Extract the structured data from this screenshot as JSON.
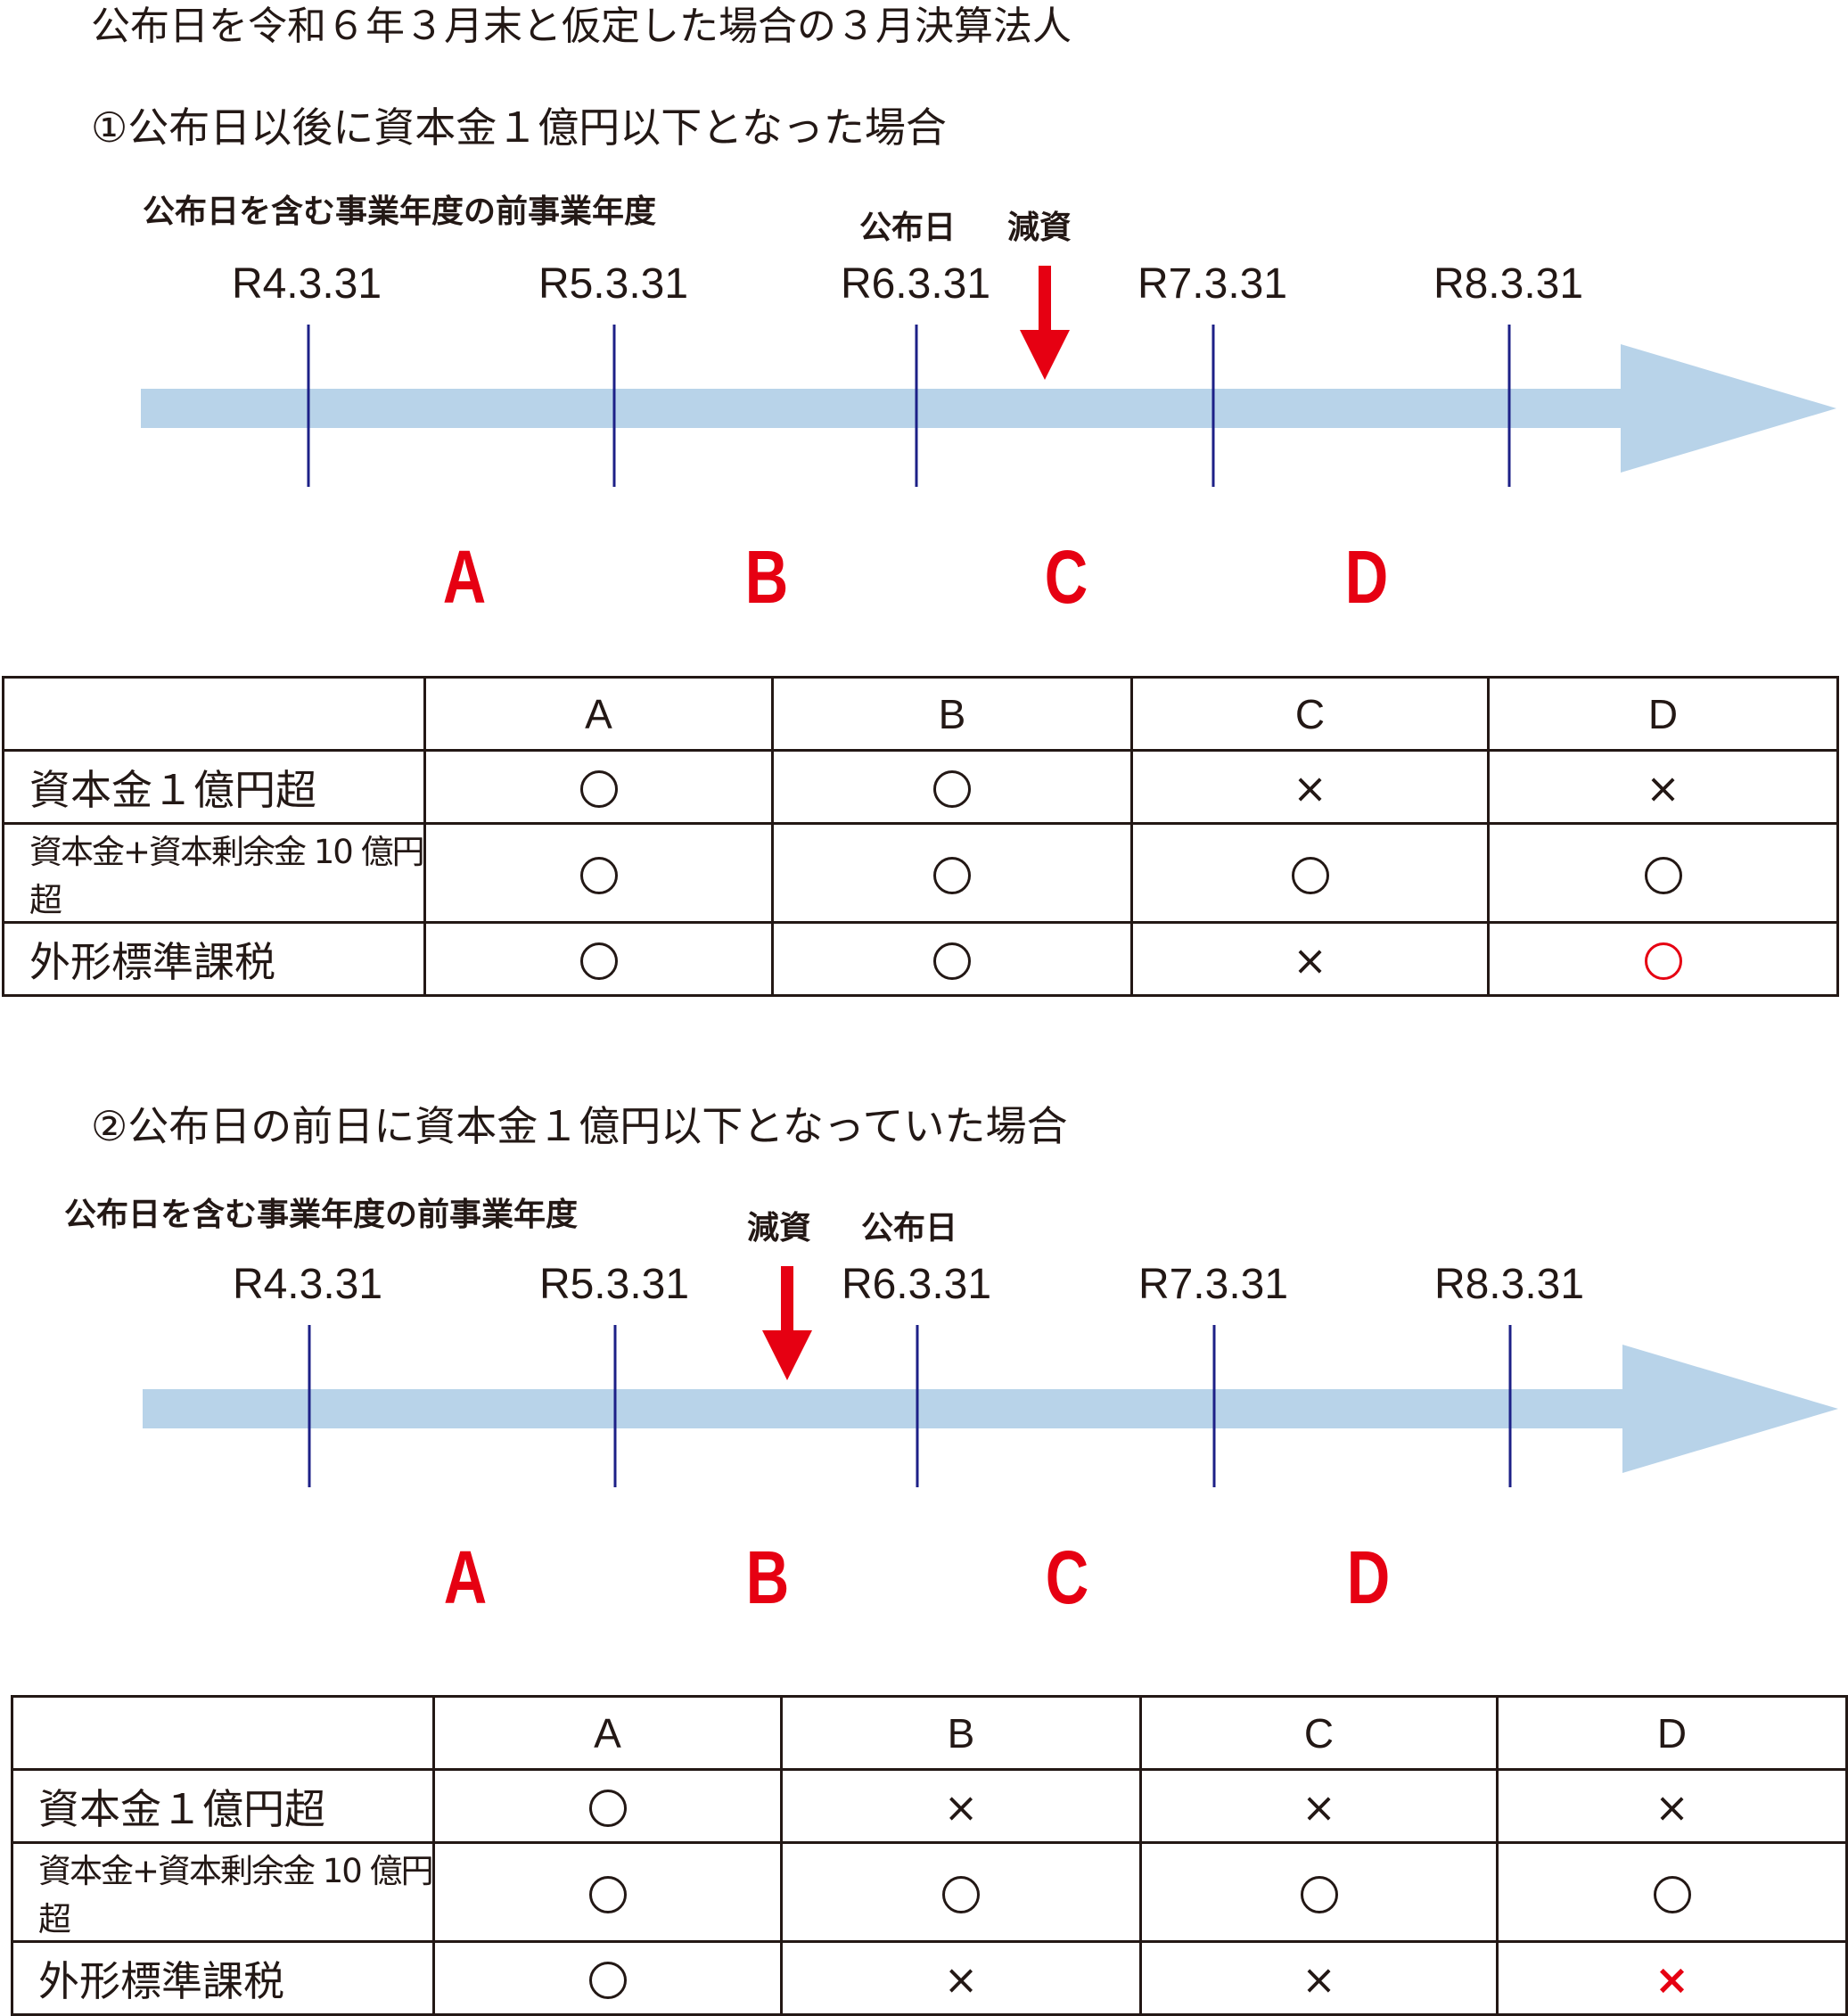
{
  "page": {
    "title": "公布日を令和６年３月末と仮定した場合の３月決算法人"
  },
  "colors": {
    "timeline_band": "#b8d3e9",
    "tick_line": "#1d2087",
    "accent_red": "#e60012",
    "text": "#231815"
  },
  "case1": {
    "subtitle": "①公布日以後に資本金１億円以下となった場合",
    "period_label": "公布日を含む事業年度の前事業年度",
    "event_labels": [
      "公布日",
      "減資"
    ],
    "dates": [
      "R4.3.31",
      "R5.3.31",
      "R6.3.31",
      "R7.3.31",
      "R8.3.31"
    ],
    "segments": [
      "A",
      "B",
      "C",
      "D"
    ],
    "table": {
      "headers": [
        "",
        "A",
        "B",
        "C",
        "D"
      ],
      "rows": [
        {
          "label": "資本金１億円超",
          "marks": [
            "circle",
            "circle",
            "cross",
            "cross"
          ],
          "highlight": [
            false,
            false,
            false,
            false
          ]
        },
        {
          "label": "資本金+資本剰余金 10 億円超",
          "marks": [
            "circle",
            "circle",
            "circle",
            "circle"
          ],
          "highlight": [
            false,
            false,
            false,
            false
          ]
        },
        {
          "label": "外形標準課税",
          "marks": [
            "circle",
            "circle",
            "cross",
            "circle"
          ],
          "highlight": [
            false,
            false,
            false,
            true
          ]
        }
      ]
    }
  },
  "case2": {
    "subtitle": "②公布日の前日に資本金１億円以下となっていた場合",
    "period_label": "公布日を含む事業年度の前事業年度",
    "event_labels": [
      "減資",
      "公布日"
    ],
    "dates": [
      "R4.3.31",
      "R5.3.31",
      "R6.3.31",
      "R7.3.31",
      "R8.3.31"
    ],
    "segments": [
      "A",
      "B",
      "C",
      "D"
    ],
    "table": {
      "headers": [
        "",
        "A",
        "B",
        "C",
        "D"
      ],
      "rows": [
        {
          "label": "資本金１億円超",
          "marks": [
            "circle",
            "cross",
            "cross",
            "cross"
          ],
          "highlight": [
            false,
            false,
            false,
            false
          ]
        },
        {
          "label": "資本金+資本剰余金 10 億円超",
          "marks": [
            "circle",
            "circle",
            "circle",
            "circle"
          ],
          "highlight": [
            false,
            false,
            false,
            false
          ]
        },
        {
          "label": "外形標準課税",
          "marks": [
            "circle",
            "cross",
            "cross",
            "cross"
          ],
          "highlight": [
            false,
            false,
            false,
            true
          ]
        }
      ]
    }
  }
}
